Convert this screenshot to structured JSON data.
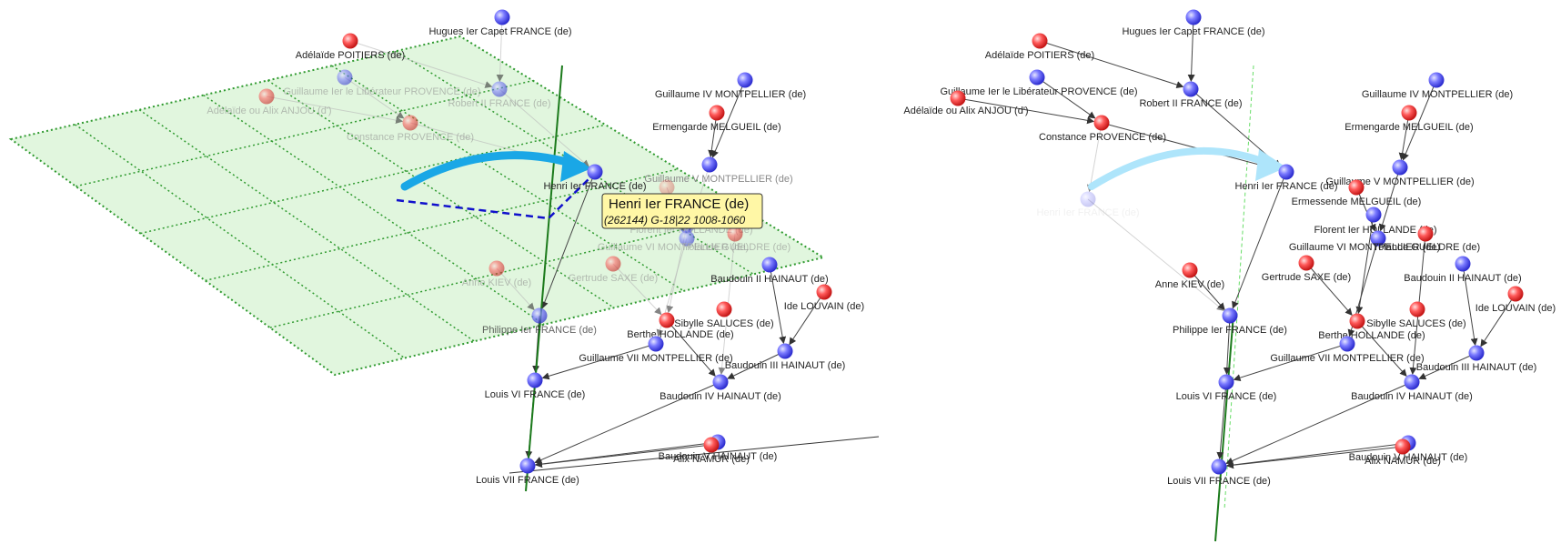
{
  "colors": {
    "male": "#6f6fff",
    "female": "#ff5252",
    "plane": "#9be39b",
    "arrow": "#1aa7e6",
    "tooltip_bg": "#fff7a6"
  },
  "tooltip": {
    "title": "Henri Ier FRANCE (de)",
    "subtitle": "(262144) G-18|22 1008-1060"
  },
  "panels": [
    {
      "id": "left",
      "persons": [
        {
          "name": "Hugues Ier Capet FRANCE (de)",
          "g": "m"
        },
        {
          "name": "Adélaïde POITIERS (de)",
          "g": "f"
        },
        {
          "name": "Guillaume Ier le Libérateur PROVENCE (de)",
          "g": "m"
        },
        {
          "name": "Adélaïde ou Alix ANJOU (d')",
          "g": "f"
        },
        {
          "name": "Robert II FRANCE (de)",
          "g": "m"
        },
        {
          "name": "Constance PROVENCE (de)",
          "g": "f"
        },
        {
          "name": "Henri Ier FRANCE (de)",
          "g": "m"
        },
        {
          "name": "Guillaume IV MONTPELLIER (de)",
          "g": "m"
        },
        {
          "name": "Ermengarde MELGUEIL (de)",
          "g": "f"
        },
        {
          "name": "Guillaume V MONTPELLIER (de)",
          "g": "m"
        },
        {
          "name": "Ermessende MELGUEIL (de)",
          "g": "f"
        },
        {
          "name": "Florent Ier HOLLANDE (de)",
          "g": "m"
        },
        {
          "name": "Guillaume VI MONTPELLIER (de)",
          "g": "m"
        },
        {
          "name": "Yolande GUELDRE (de)",
          "g": "f"
        },
        {
          "name": "Anne KIEV (de)",
          "g": "f"
        },
        {
          "name": "Gertrude SAXE (de)",
          "g": "f"
        },
        {
          "name": "Baudouin II HAINAUT (de)",
          "g": "m"
        },
        {
          "name": "Ide LOUVAIN (de)",
          "g": "f"
        },
        {
          "name": "Sibylle SALUCES (de)",
          "g": "f"
        },
        {
          "name": "Philippe Ier FRANCE (de)",
          "g": "m"
        },
        {
          "name": "Berthe HOLLANDE (de)",
          "g": "f"
        },
        {
          "name": "Guillaume VII MONTPELLIER (de)",
          "g": "m"
        },
        {
          "name": "Baudouin III HAINAUT (de)",
          "g": "m"
        },
        {
          "name": "Louis VI FRANCE (de)",
          "g": "m"
        },
        {
          "name": "Baudouin IV HAINAUT (de)",
          "g": "m"
        },
        {
          "name": "Baudouin V HAINAUT (de)",
          "g": "m"
        },
        {
          "name": "Alix NAMUR (de)",
          "g": "f"
        },
        {
          "name": "Louis VII FRANCE (de)",
          "g": "m"
        }
      ]
    },
    {
      "id": "right",
      "persons": [
        {
          "name": "Hugues Ier Capet FRANCE (de)",
          "g": "m"
        },
        {
          "name": "Adélaïde POITIERS (de)",
          "g": "f"
        },
        {
          "name": "Guillaume Ier le Libérateur PROVENCE (de)",
          "g": "m"
        },
        {
          "name": "Adélaïde ou Alix ANJOU (d')",
          "g": "f"
        },
        {
          "name": "Robert II FRANCE (de)",
          "g": "m"
        },
        {
          "name": "Constance PROVENCE (de)",
          "g": "f"
        },
        {
          "name": "Henri Ier FRANCE (de)",
          "g": "m"
        },
        {
          "name": "Henri Ier FRANCE (de)",
          "g": "m"
        },
        {
          "name": "Guillaume IV MONTPELLIER (de)",
          "g": "m"
        },
        {
          "name": "Ermengarde MELGUEIL (de)",
          "g": "f"
        },
        {
          "name": "Guillaume V MONTPELLIER (de)",
          "g": "m"
        },
        {
          "name": "Ermessende MELGUEIL (de)",
          "g": "f"
        },
        {
          "name": "Florent Ier HOLLANDE (de)",
          "g": "m"
        },
        {
          "name": "Guillaume VI MONTPELLIER (de)",
          "g": "m"
        },
        {
          "name": "Yolande GUELDRE (de)",
          "g": "f"
        },
        {
          "name": "Anne KIEV (de)",
          "g": "f"
        },
        {
          "name": "Gertrude SAXE (de)",
          "g": "f"
        },
        {
          "name": "Baudouin II HAINAUT (de)",
          "g": "m"
        },
        {
          "name": "Ide LOUVAIN (de)",
          "g": "f"
        },
        {
          "name": "Sibylle SALUCES (de)",
          "g": "f"
        },
        {
          "name": "Philippe Ier FRANCE (de)",
          "g": "m"
        },
        {
          "name": "Berthe HOLLANDE (de)",
          "g": "f"
        },
        {
          "name": "Guillaume VII MONTPELLIER (de)",
          "g": "m"
        },
        {
          "name": "Baudouin III HAINAUT (de)",
          "g": "m"
        },
        {
          "name": "Louis VI FRANCE (de)",
          "g": "m"
        },
        {
          "name": "Baudouin IV HAINAUT (de)",
          "g": "m"
        },
        {
          "name": "Baudouin V HAINAUT (de)",
          "g": "m"
        },
        {
          "name": "Alix NAMUR (de)",
          "g": "f"
        },
        {
          "name": "Louis VII FRANCE (de)",
          "g": "m"
        }
      ]
    }
  ]
}
